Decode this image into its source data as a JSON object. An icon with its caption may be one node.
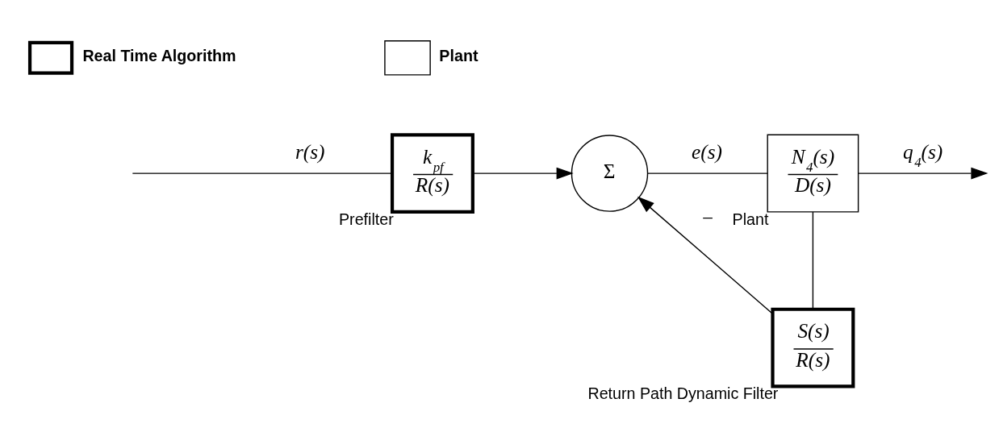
{
  "diagram": {
    "nodes": [
      {
        "text": [
          "k$_{pf}$",
          "R(s)"
        ],
        "beside": [
          "Prefilter"
        ]
      },
      {
        "text": [
          "Σ"
        ]
      },
      {
        "text": [
          "N$_{4}$(s)",
          "D(s)"
        ],
        "beside": [
          "Plant"
        ]
      },
      {
        "text": [
          "S(s)",
          "R(s)"
        ],
        "beside": [
          "Return Path Dynamic Filter"
        ]
      }
    ],
    "edges": [
      {
        "from": null,
        "to": 0,
        "arrow": "none",
        "label": "r(s)"
      },
      {
        "from": 0,
        "to": 1,
        "arrow": "to"
      },
      {
        "from": 1,
        "to": 2,
        "arrow": "none",
        "label": "e(s)"
      },
      {
        "from": 2,
        "to": null,
        "arrow": "to",
        "label": "q$_{4}$(s)"
      },
      {
        "from": 2,
        "to": 3,
        "arrow": "none"
      },
      {
        "from": 3,
        "to": 1,
        "arrow": "to",
        "label": "−"
      }
    ],
    "legend": [
      {
        "text": "Real Time Algorithm"
      },
      {
        "text": "Plant"
      }
    ]
  }
}
